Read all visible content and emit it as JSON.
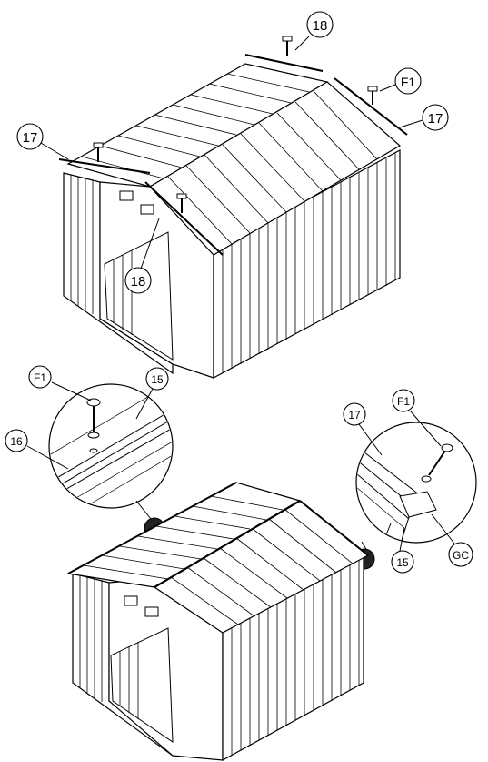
{
  "figure": {
    "callouts": {
      "top_18_a": "18",
      "top_F1": "F1",
      "top_17_right": "17",
      "top_17_left": "17",
      "top_18_b": "18",
      "detail_left_F1": "F1",
      "detail_left_15": "15",
      "detail_left_16": "16",
      "detail_right_17": "17",
      "detail_right_F1": "F1",
      "detail_right_15": "15",
      "detail_right_GC": "GC"
    }
  }
}
